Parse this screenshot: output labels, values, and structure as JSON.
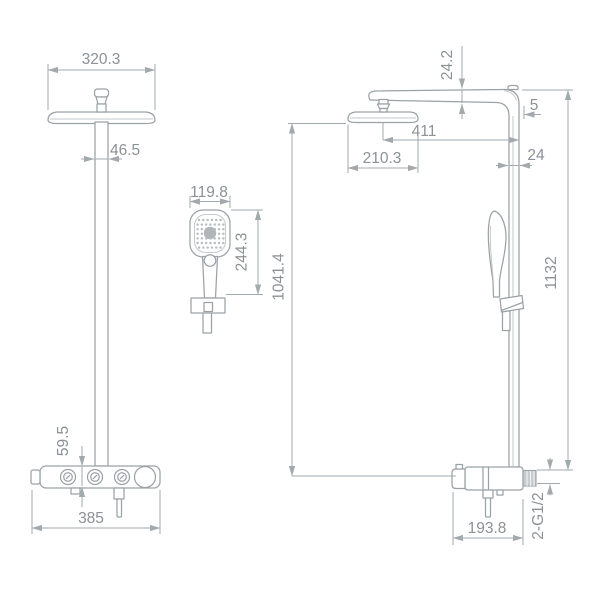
{
  "drawing": {
    "kind": "shower-column-dimension-drawing",
    "background": "#ffffff",
    "line_color": "#9aa2a6",
    "text_color": "#8b9196",
    "front_view": {
      "head_width": "320.3",
      "pipe_width": "46.5",
      "hand_shower": {
        "width": "119.8",
        "height": "244.3"
      },
      "valve_height": "59.5",
      "valve_width": "385"
    },
    "side_view": {
      "arm_thickness": "24.2",
      "wall_gap": "5",
      "arm_reach": "411",
      "head_depth": "210.3",
      "pipe_depth": "24",
      "head_to_valve_height": "1041.4",
      "total_height": "1132",
      "valve_depth": "193.8",
      "thread_spec": "2-G1/2"
    }
  }
}
